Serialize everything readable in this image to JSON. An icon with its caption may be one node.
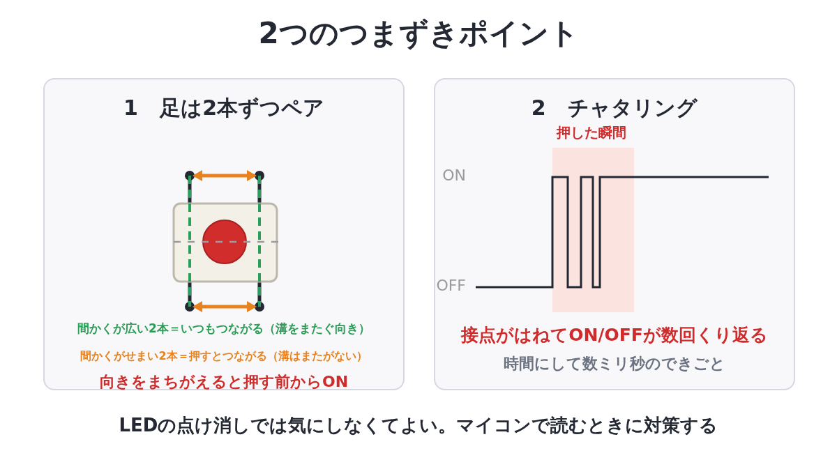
{
  "diagram": {
    "title": "2つのつまずきポイント",
    "nodes": [
      {
        "text": [
          "1 足は2本ずつペア",
          "間かくが広い2本＝いつもつながる（溝をまたぐ向き）",
          "間かくがせまい2本＝押すとつながる（溝はまたがない）",
          "向きをまちがえると押す前からON"
        ]
      },
      {
        "text": [
          "2 チャタリング",
          "接点がはねてON/OFFが数回くり返る",
          "時間にして数ミリ秒のできごと"
        ]
      }
    ],
    "labels": [
      "押した瞬間",
      "ON",
      "OFF"
    ],
    "caption": "LEDの点け消しでは気にしなくてよい。マイコンで読むときに対策する"
  }
}
